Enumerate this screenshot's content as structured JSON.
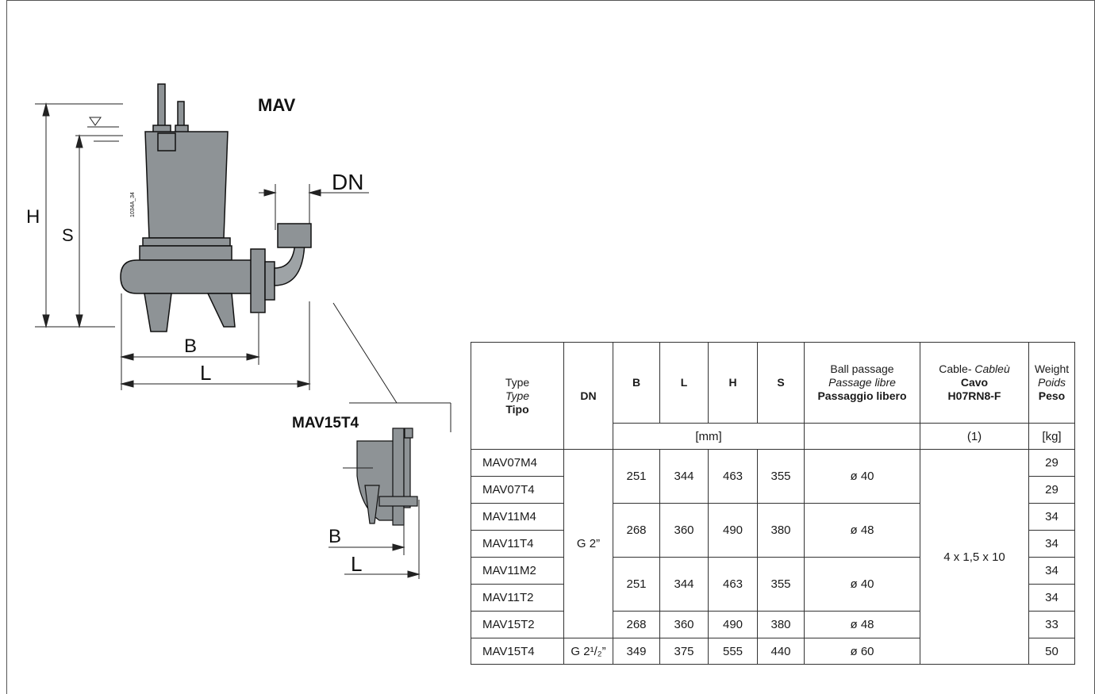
{
  "drawing": {
    "model_label": "MAV",
    "dn_label": "DN",
    "h_label": "H",
    "s_label": "S",
    "b_label": "B",
    "l_label": "L",
    "detail_label": "MAV15T4",
    "b2_label": "B",
    "l2_label": "L",
    "drawing_code": "1034A_34"
  },
  "table": {
    "headers": {
      "type": [
        "Type",
        "Type",
        "Tipo"
      ],
      "dn": "DN",
      "b": "B",
      "l": "L",
      "h": "H",
      "s": "S",
      "ball": [
        "Ball passage",
        "Passage libre",
        "Passaggio libero"
      ],
      "cable": [
        "Cable- ",
        "Cableù",
        "Cavo",
        "H07RN8-F"
      ],
      "weight": [
        "Weight",
        "Poids",
        "Peso"
      ]
    },
    "units": {
      "dims": "[mm]",
      "cable": "(1)",
      "weight": "[kg]"
    },
    "rows": [
      {
        "type": "MAV07M4",
        "weight": "29"
      },
      {
        "type": "MAV07T4",
        "weight": "29"
      },
      {
        "type": "MAV11M4",
        "weight": "34"
      },
      {
        "type": "MAV11T4",
        "weight": "34"
      },
      {
        "type": "MAV11M2",
        "weight": "34"
      },
      {
        "type": "MAV11T2",
        "weight": "34"
      },
      {
        "type": "MAV15T2",
        "weight": "33"
      },
      {
        "type": "MAV15T4",
        "weight": "50"
      }
    ],
    "groups": [
      {
        "b": "251",
        "l": "344",
        "h": "463",
        "s": "355",
        "ball": "ø 40"
      },
      {
        "b": "268",
        "l": "360",
        "h": "490",
        "s": "380",
        "ball": "ø 48"
      },
      {
        "b": "251",
        "l": "344",
        "h": "463",
        "s": "355",
        "ball": "ø 40"
      },
      {
        "b": "268",
        "l": "360",
        "h": "490",
        "s": "380",
        "ball": "ø 48"
      },
      {
        "b": "349",
        "l": "375",
        "h": "555",
        "s": "440",
        "ball": "ø 60"
      }
    ],
    "dn_values": [
      "G 2”",
      "G 2¹/₂”"
    ],
    "cable_value": "4 x 1,5 x 10"
  }
}
